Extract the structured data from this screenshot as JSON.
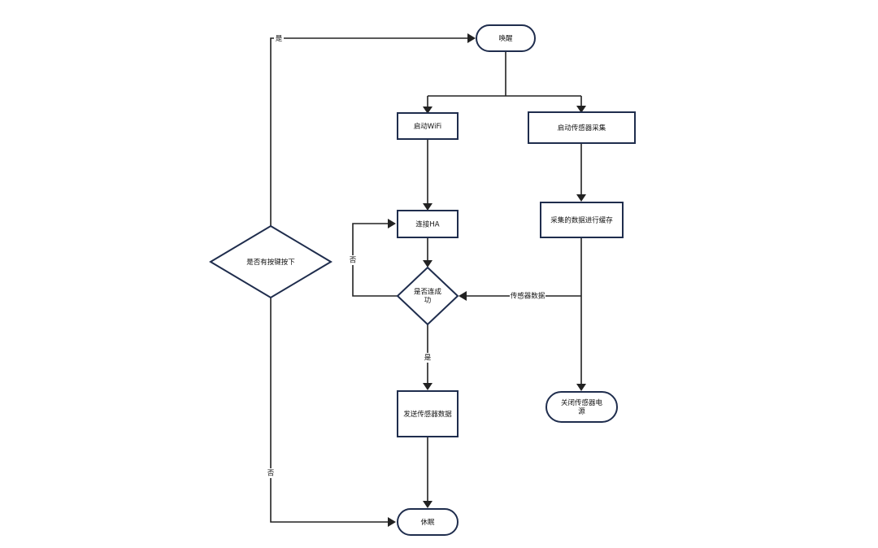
{
  "nodes": {
    "wake": "唤醒",
    "start_wifi": "启动WiFi",
    "start_sensor": "启动传感器采集",
    "connect_ha": "连接HA",
    "cache_data": "采集的数据进行缓存",
    "connect_ok_line1": "是否连成",
    "connect_ok_line2": "功",
    "key_pressed": "是否有按键按下",
    "send_data": "发送传感器数据",
    "close_power_line1": "关闭传感器电",
    "close_power_line2": "源",
    "sleep": "休眠"
  },
  "edges": {
    "key_yes": "是",
    "key_no": "否",
    "connect_no": "否",
    "connect_yes": "是",
    "sensor_data": "传感器数据"
  },
  "colors": {
    "node_border": "#1f2d4d",
    "edge": "#222222"
  }
}
